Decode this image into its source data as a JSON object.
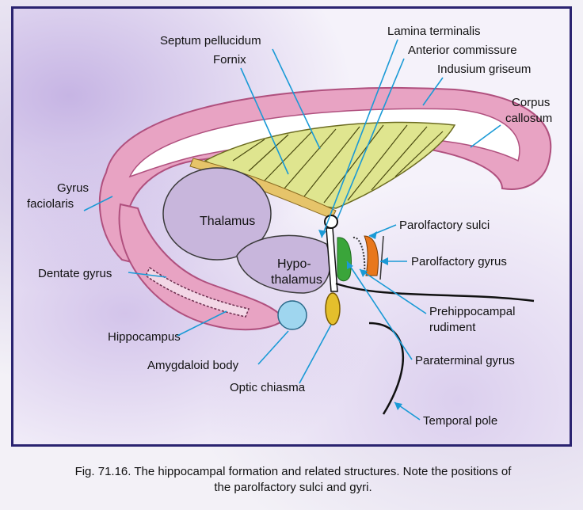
{
  "labels": {
    "septum_pellucidum": "Septum pellucidum",
    "fornix": "Fornix",
    "lamina_terminalis": "Lamina terminalis",
    "anterior_commissure": "Anterior commissure",
    "indusium_griseum": "Indusium griseum",
    "corpus_callosum_1": "Corpus",
    "corpus_callosum_2": "callosum",
    "gyrus_faciolaris_1": "Gyrus",
    "gyrus_faciolaris_2": "faciolaris",
    "thalamus": "Thalamus",
    "hypothalamus_1": "Hypo-",
    "hypothalamus_2": "thalamus",
    "parolfactory_sulci": "Parolfactory sulci",
    "parolfactory_gyrus": "Parolfactory gyrus",
    "dentate_gyrus": "Dentate gyrus",
    "prehippocampal_1": "Prehippocampal",
    "prehippocampal_2": "rudiment",
    "hippocampus": "Hippocampus",
    "amygdaloid_body": "Amygdaloid body",
    "paraterminal_gyrus": "Paraterminal gyrus",
    "optic_chiasma": "Optic chiasma",
    "temporal_pole": "Temporal pole"
  },
  "caption": {
    "line1": "Fig. 71.16. The hippocampal formation and related structures. Note the positions of",
    "line2": "the parolfactory sulci and gyri."
  },
  "colors": {
    "frame": "#2a2370",
    "corpus_callosum": "#e8a3c3",
    "septum": "#dfe58f",
    "thalamus": "#c8b6dc",
    "amygdaloid": "#9fd6ef",
    "optic_chiasma": "#e4bf2c",
    "paraterminal": "#3aa53a",
    "parolfactory_gyrus": "#e8771c",
    "leader": "#1a9ad6"
  }
}
